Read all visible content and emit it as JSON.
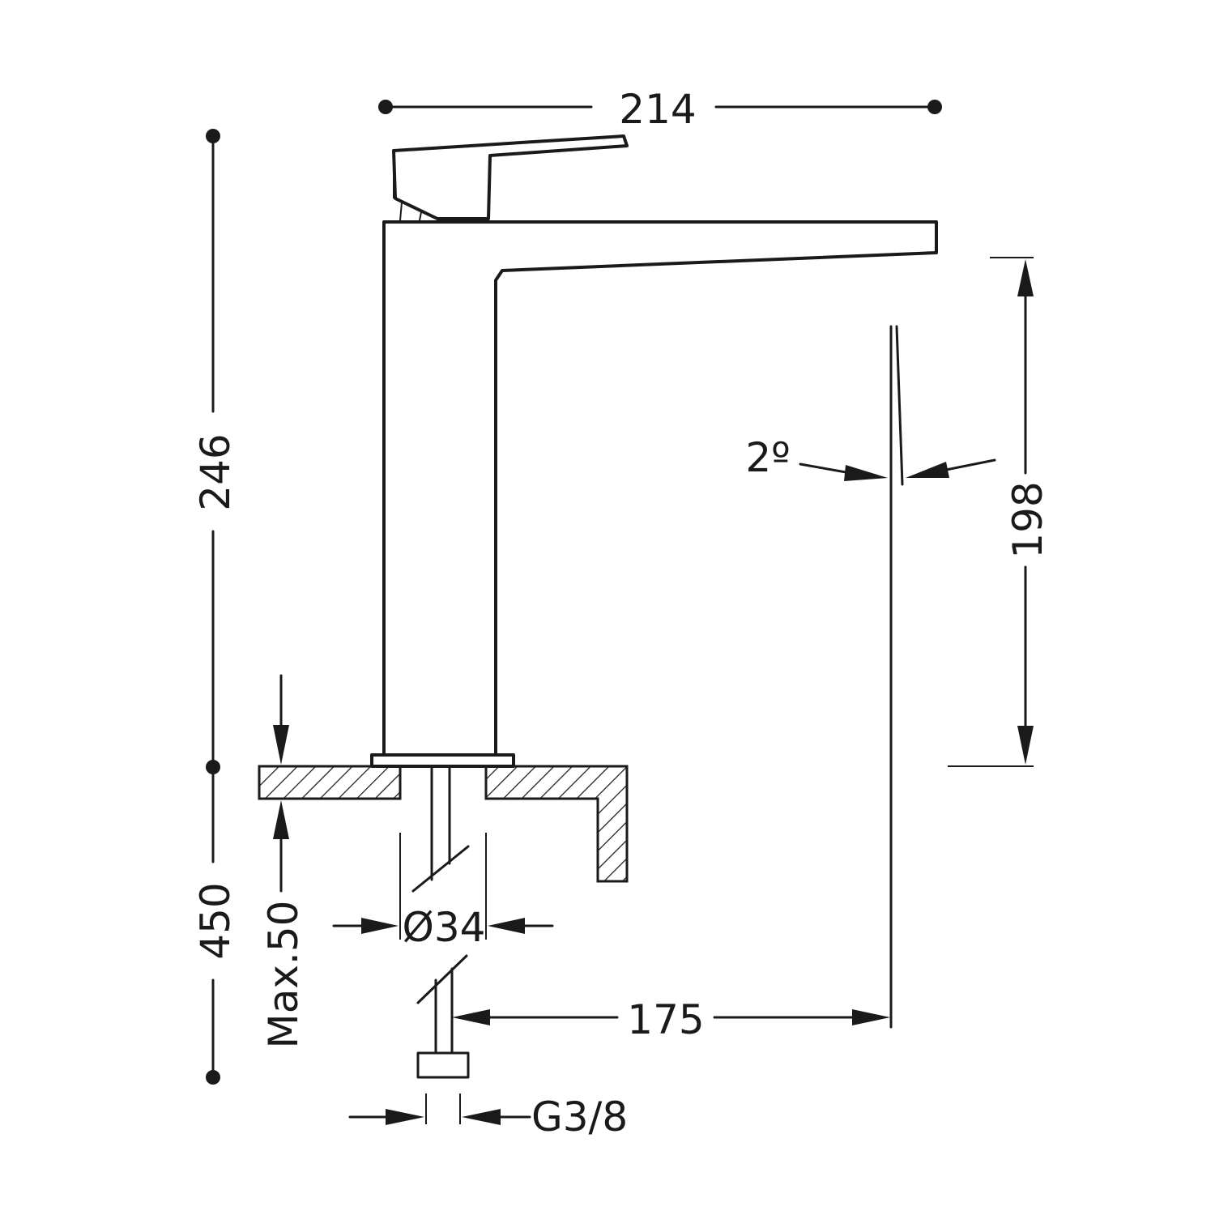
{
  "dimensions": {
    "total_width": "214",
    "total_height": "246",
    "spout_height": "198",
    "spout_angle": "2º",
    "spout_reach": "175",
    "hose_length": "450",
    "max_counter_thickness": "Max.50",
    "base_diameter": "Ø34",
    "connection_thread": "G3/8"
  }
}
